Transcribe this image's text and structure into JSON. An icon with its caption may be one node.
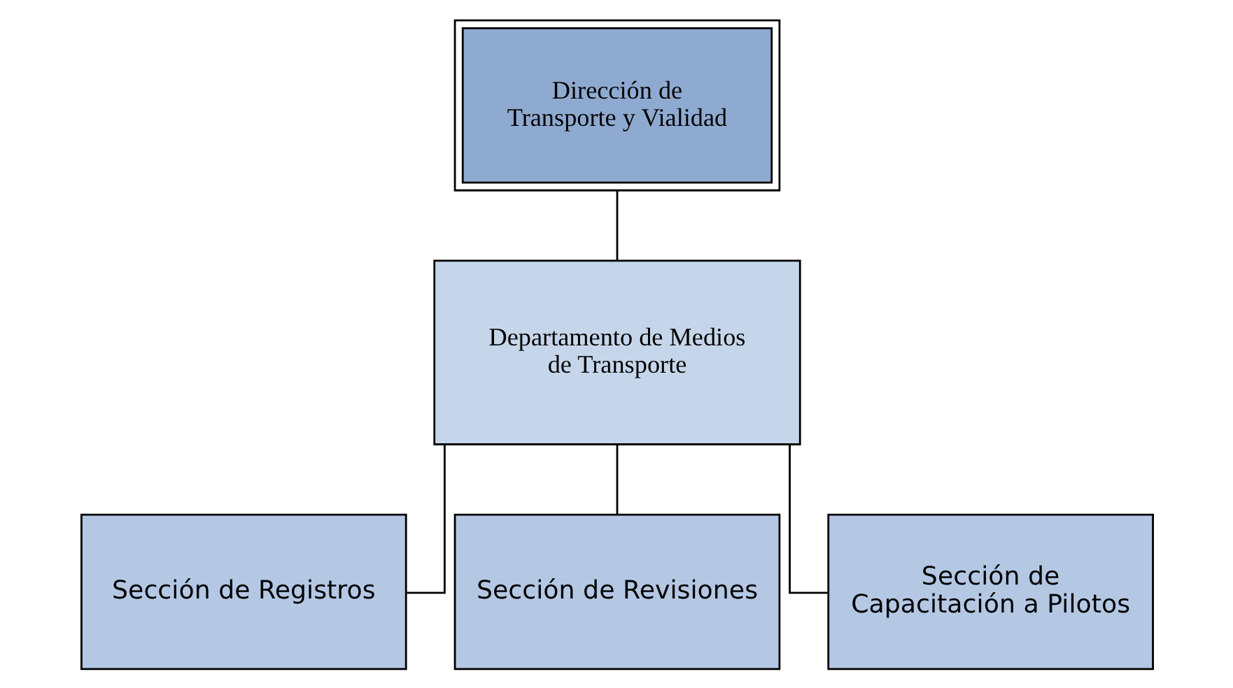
{
  "diagram": {
    "nodes": [
      {
        "text": [
          "Dirección de Transporte y Vialidad"
        ]
      },
      {
        "text": [
          "Departamento de Medios de Transporte"
        ]
      },
      {
        "text": [
          "Sección de Registros"
        ]
      },
      {
        "text": [
          "Sección de Revisiones"
        ]
      },
      {
        "text": [
          "Sección de Capacitación a Pilotos"
        ]
      }
    ],
    "edges": [
      {
        "from": 0,
        "to": 1,
        "arrow": "none"
      },
      {
        "from": 1,
        "to": 2,
        "arrow": "none"
      },
      {
        "from": 1,
        "to": 3,
        "arrow": "none"
      },
      {
        "from": 1,
        "to": 4,
        "arrow": "none"
      }
    ]
  }
}
